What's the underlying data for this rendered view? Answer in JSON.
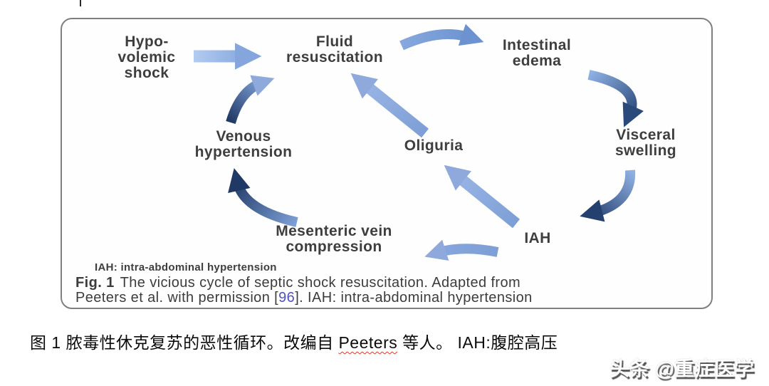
{
  "figure": {
    "nodes": [
      {
        "id": "hypovolemic-shock",
        "lines": [
          "Hypo-",
          "volemic",
          "shock"
        ]
      },
      {
        "id": "fluid-resuscitation",
        "lines": [
          "Fluid",
          "resuscitation"
        ]
      },
      {
        "id": "intestinal-edema",
        "lines": [
          "Intestinal",
          "edema"
        ]
      },
      {
        "id": "visceral-swelling",
        "lines": [
          "Visceral",
          "swelling"
        ]
      },
      {
        "id": "venous-hypertension",
        "lines": [
          "Venous",
          "hypertension"
        ]
      },
      {
        "id": "oliguria",
        "lines": [
          "Oliguria"
        ]
      },
      {
        "id": "iah",
        "lines": [
          "IAH"
        ]
      },
      {
        "id": "mesenteric-vein-compression",
        "lines": [
          "Mesenteric vein",
          "compression"
        ]
      }
    ],
    "edges": [
      {
        "from": "hypovolemic-shock",
        "to": "fluid-resuscitation"
      },
      {
        "from": "fluid-resuscitation",
        "to": "intestinal-edema"
      },
      {
        "from": "intestinal-edema",
        "to": "visceral-swelling"
      },
      {
        "from": "visceral-swelling",
        "to": "iah"
      },
      {
        "from": "iah",
        "to": "mesenteric-vein-compression"
      },
      {
        "from": "mesenteric-vein-compression",
        "to": "venous-hypertension"
      },
      {
        "from": "venous-hypertension",
        "to": "fluid-resuscitation"
      },
      {
        "from": "iah",
        "to": "oliguria"
      },
      {
        "from": "oliguria",
        "to": "fluid-resuscitation"
      }
    ],
    "footnote": "IAH: intra-abdominal hypertension",
    "caption": {
      "fig_label": "Fig. 1",
      "line1_rest": "The vicious cycle of septic shock resuscitation. Adapted from",
      "line2_before_ref": "Peeters et al. with permission [",
      "ref_number": "96",
      "line2_after_ref": "]. IAH: intra-abdominal hypertension"
    },
    "colors": {
      "arrow_light": "#9bb6e6",
      "arrow_mid": "#7d9fd6",
      "arrow_dark": "#1f3864",
      "box_border": "#7f7f7f",
      "reference_link": "#5050c8",
      "squiggle_red": "#d93b2b"
    }
  },
  "caption_cn": {
    "prefix": "图 1 脓毒性休克复苏的恶性循环。改编自 ",
    "misspelled_word": "Peeters",
    "suffix": " 等人。  IAH:腹腔高压"
  },
  "watermark": {
    "text": "头条 @重症医学"
  }
}
